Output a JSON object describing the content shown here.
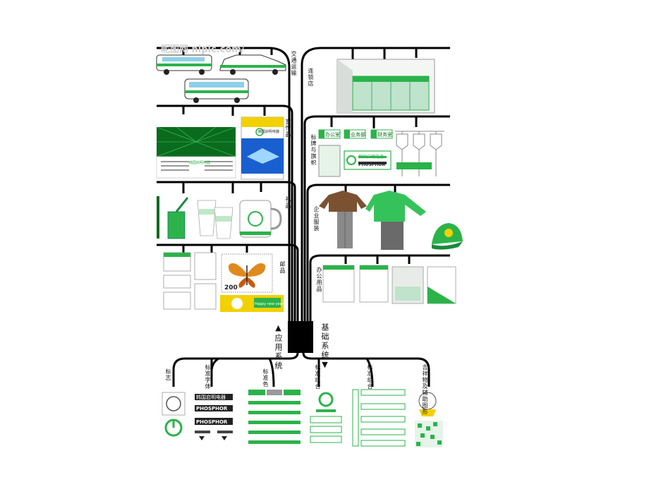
{
  "watermark": "昵图网 nipic.com/",
  "system_labels": {
    "application": "▲应用系统",
    "basic": "基础系统▼"
  },
  "application_branches": {
    "transport": "交通运输",
    "chain_store": "连锁店",
    "publicity": "宣传品",
    "signage": "标牌与旗帜",
    "gifts": "礼品",
    "uniform": "企业服装",
    "stamps": "邮品",
    "office": "办公用品"
  },
  "basic_branches": {
    "logo": "标志",
    "fonts": "标准字体",
    "colors": "标准色",
    "combo1": "标准组合",
    "combo2": "标准组合",
    "mascot": "吉祥物及辅助图形"
  },
  "texts": {
    "brand_cn": "韩国启明电器",
    "brand_en": "PHOSPHOR",
    "sign_office": "办公室",
    "sign_business": "业务部",
    "sign_finance": "财务室",
    "stamp_value": "200",
    "happy_new_year": "Happy new year"
  },
  "colors": {
    "brand_green": "#2bb34a",
    "dark_green": "#0a6b1e",
    "yellow": "#f2d100",
    "blue": "#1a5fd0"
  }
}
